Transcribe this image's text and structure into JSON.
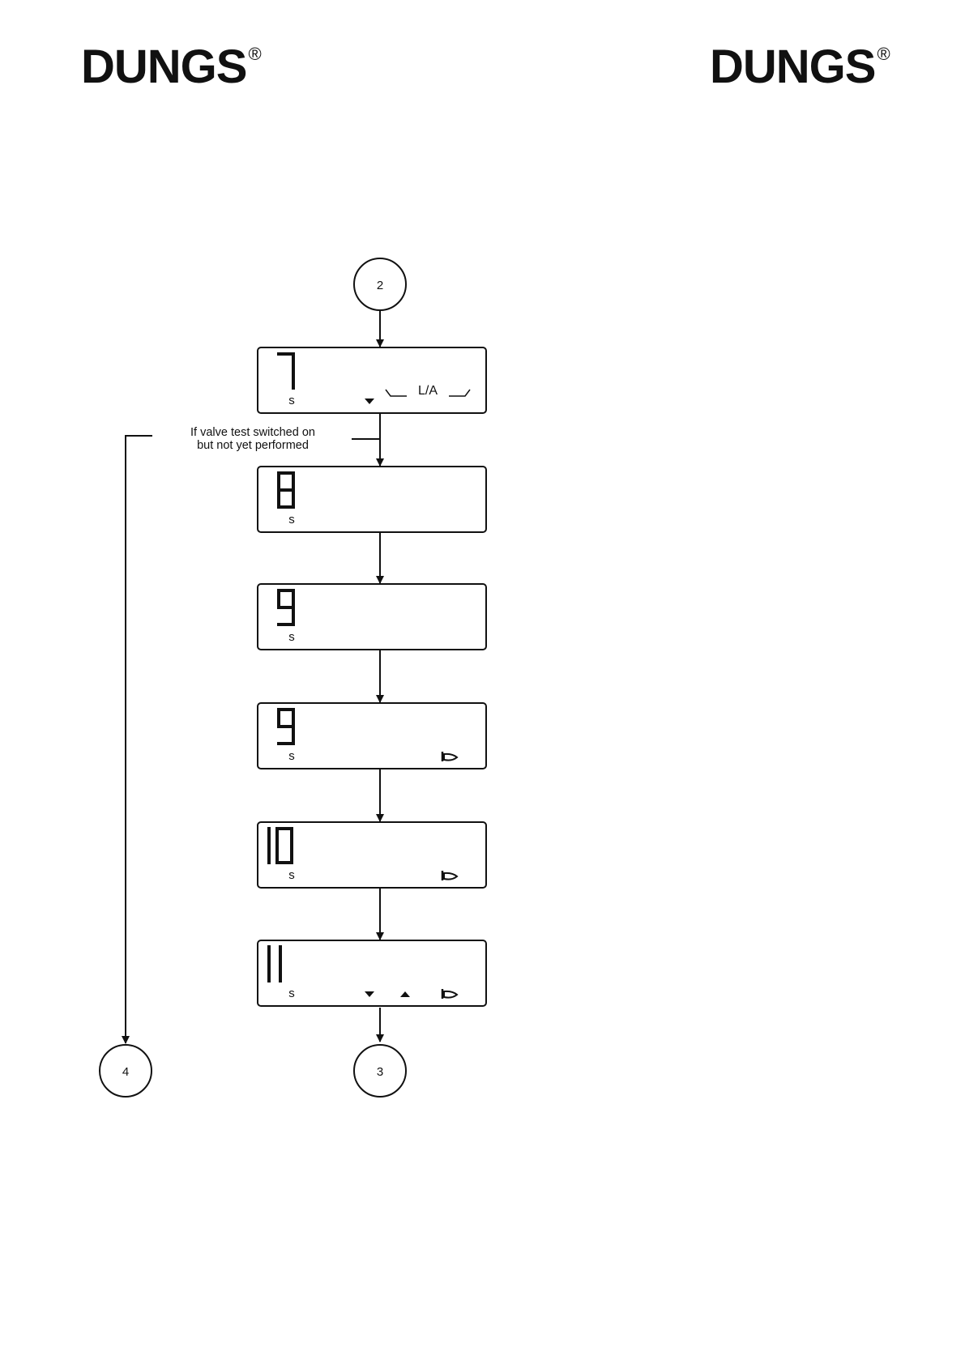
{
  "brand": {
    "name": "DUNGS",
    "mark": "®"
  },
  "connectors": {
    "top": "2",
    "bottom": "3",
    "branch": "4"
  },
  "condition": {
    "line1": "If valve test switched on",
    "line2": "but not yet performed"
  },
  "displays": [
    {
      "value": "7",
      "unit": "s",
      "label": "L/A",
      "down_arrow": true,
      "up_arrow": false,
      "flame": false
    },
    {
      "value": "8",
      "unit": "s",
      "label": "",
      "down_arrow": false,
      "up_arrow": false,
      "flame": false
    },
    {
      "value": "9",
      "unit": "s",
      "label": "",
      "down_arrow": false,
      "up_arrow": false,
      "flame": false
    },
    {
      "value": "9",
      "unit": "s",
      "label": "",
      "down_arrow": false,
      "up_arrow": false,
      "flame": true
    },
    {
      "value": "10",
      "unit": "s",
      "label": "",
      "down_arrow": false,
      "up_arrow": false,
      "flame": true
    },
    {
      "value": "11",
      "unit": "s",
      "label": "",
      "down_arrow": true,
      "up_arrow": true,
      "flame": true
    }
  ]
}
